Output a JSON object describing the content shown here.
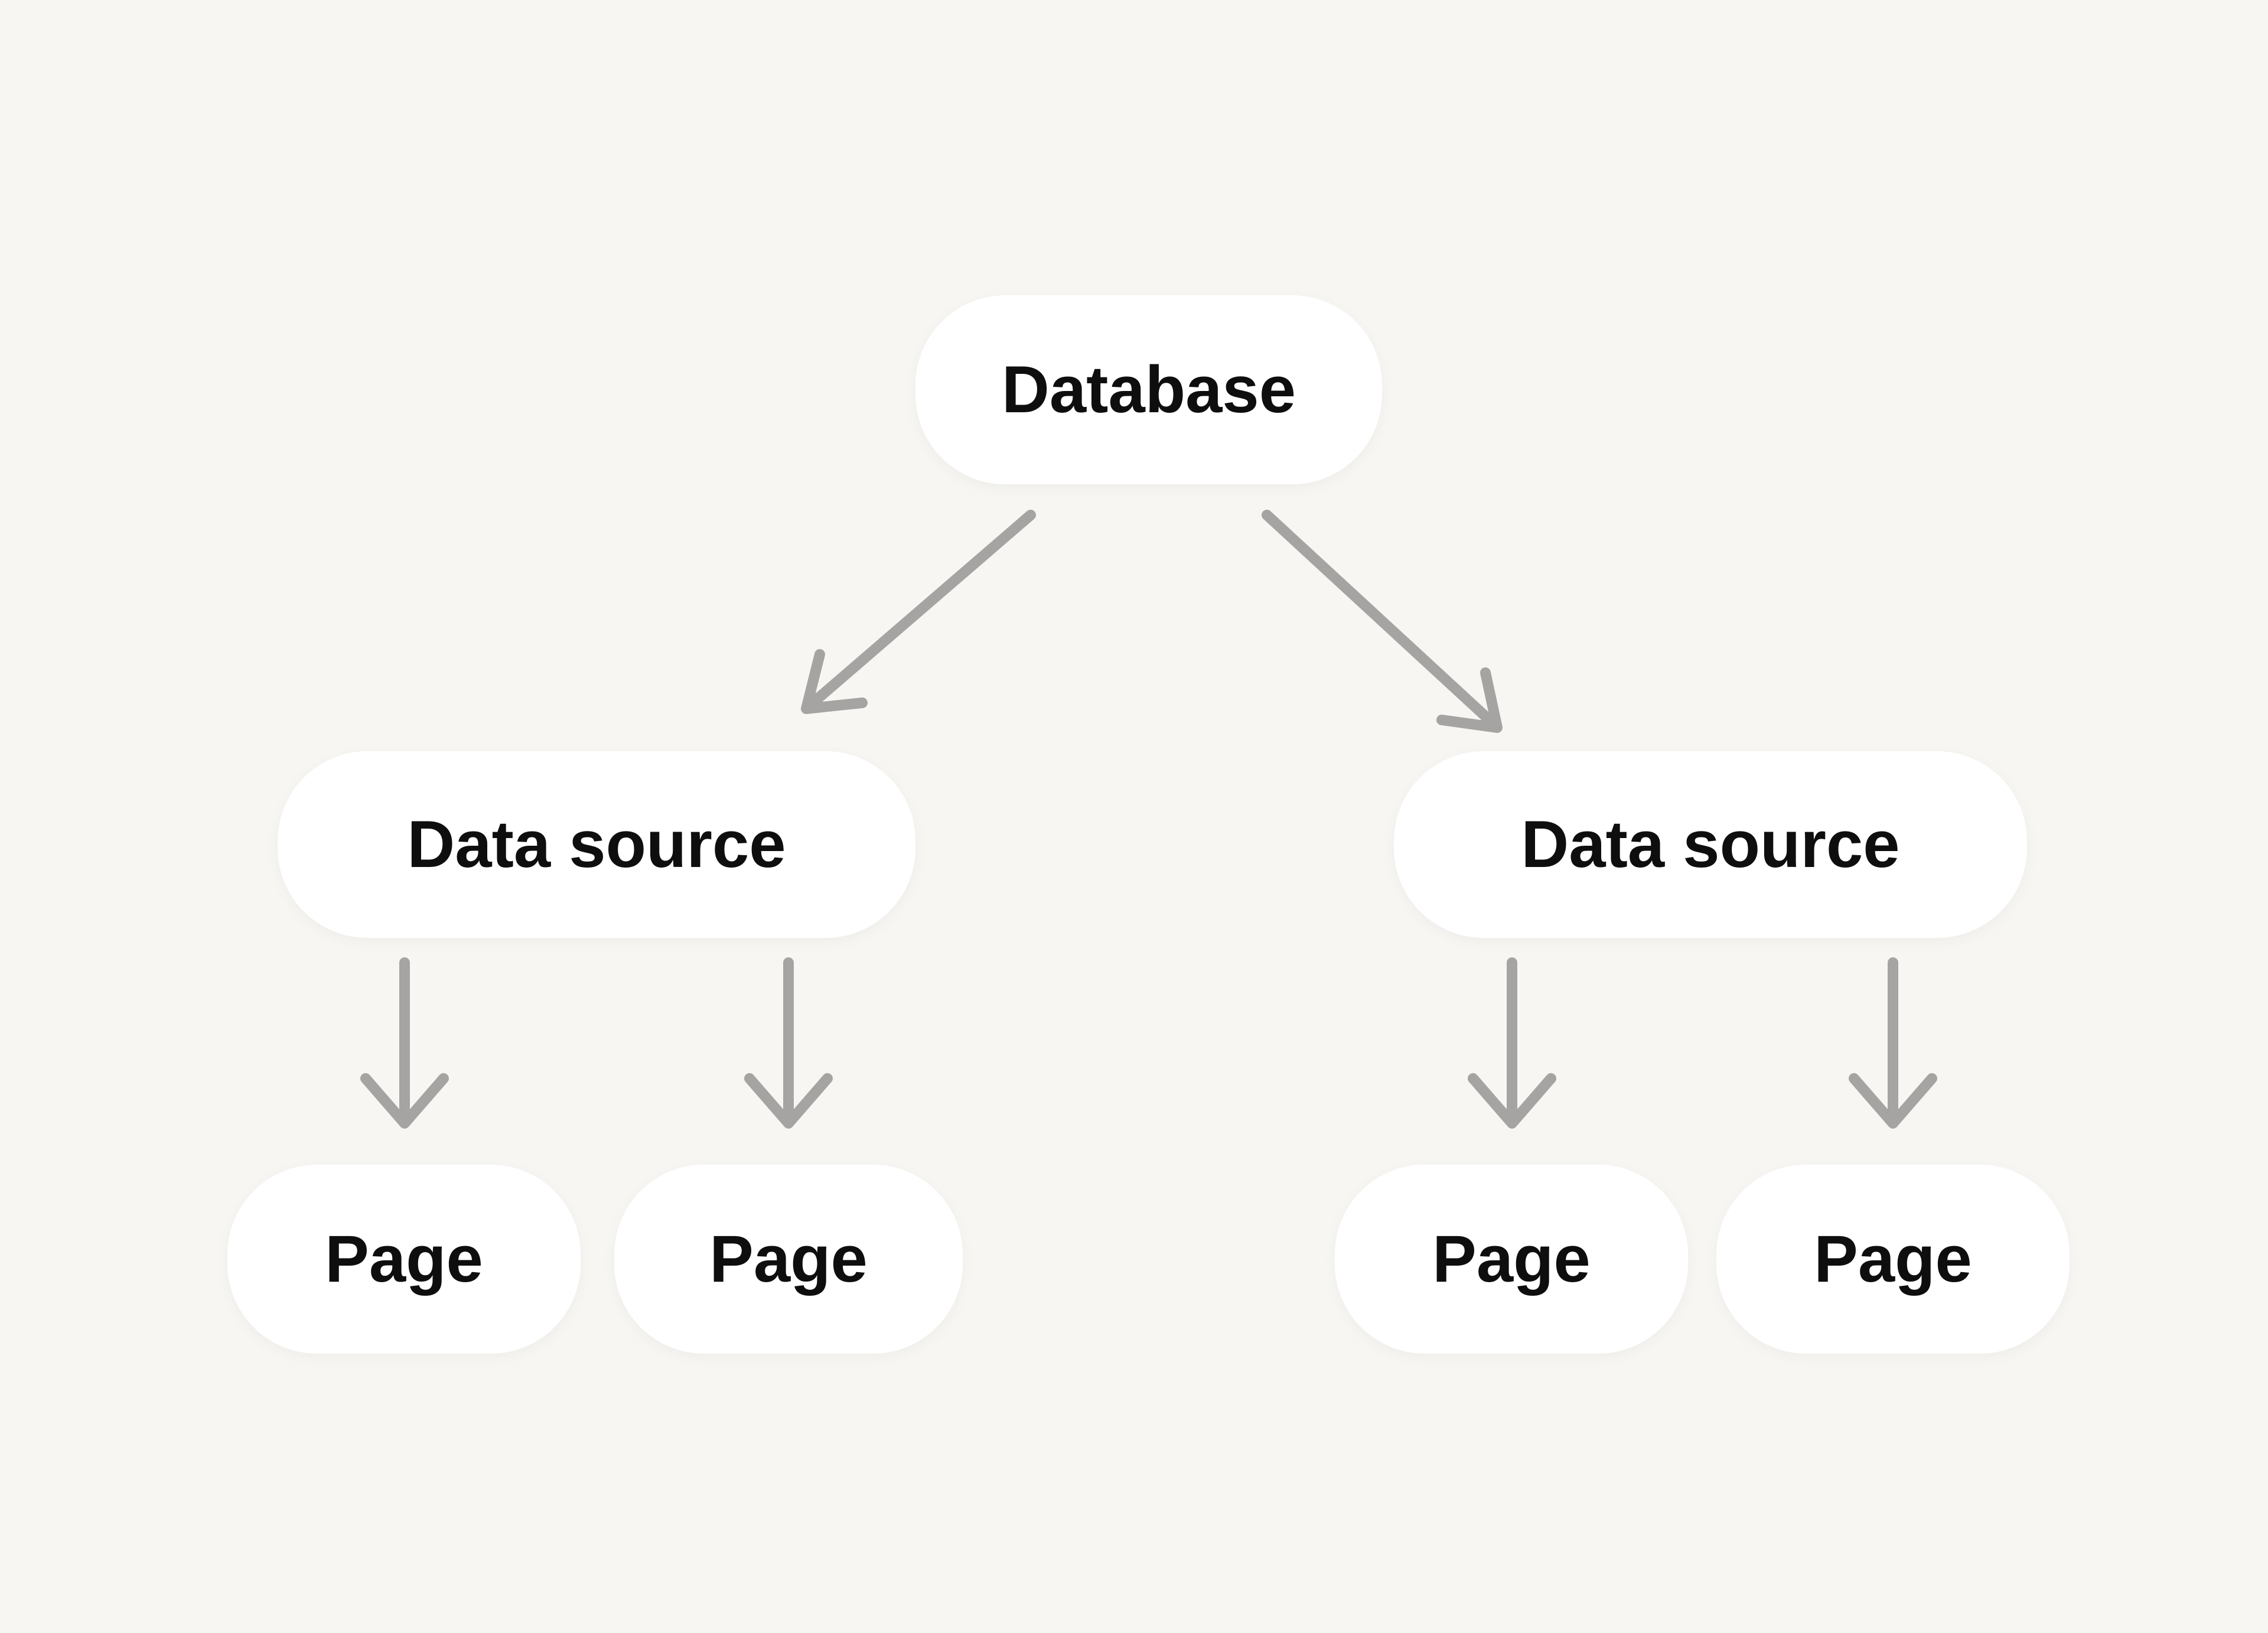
{
  "diagram": {
    "type": "tree",
    "background_color": "#F7F6F3",
    "node_fill_color": "#FFFFFF",
    "label_color": "#0E0E0E",
    "arrow_color": "#A5A4A2",
    "nodes": {
      "database": {
        "label": "Database"
      },
      "data_source_left": {
        "label": "Data source"
      },
      "data_source_right": {
        "label": "Data source"
      },
      "page_1": {
        "label": "Page"
      },
      "page_2": {
        "label": "Page"
      },
      "page_3": {
        "label": "Page"
      },
      "page_4": {
        "label": "Page"
      }
    },
    "edges": [
      {
        "from": "database",
        "to": "data_source_left"
      },
      {
        "from": "database",
        "to": "data_source_right"
      },
      {
        "from": "data_source_left",
        "to": "page_1"
      },
      {
        "from": "data_source_left",
        "to": "page_2"
      },
      {
        "from": "data_source_right",
        "to": "page_3"
      },
      {
        "from": "data_source_right",
        "to": "page_4"
      }
    ]
  }
}
